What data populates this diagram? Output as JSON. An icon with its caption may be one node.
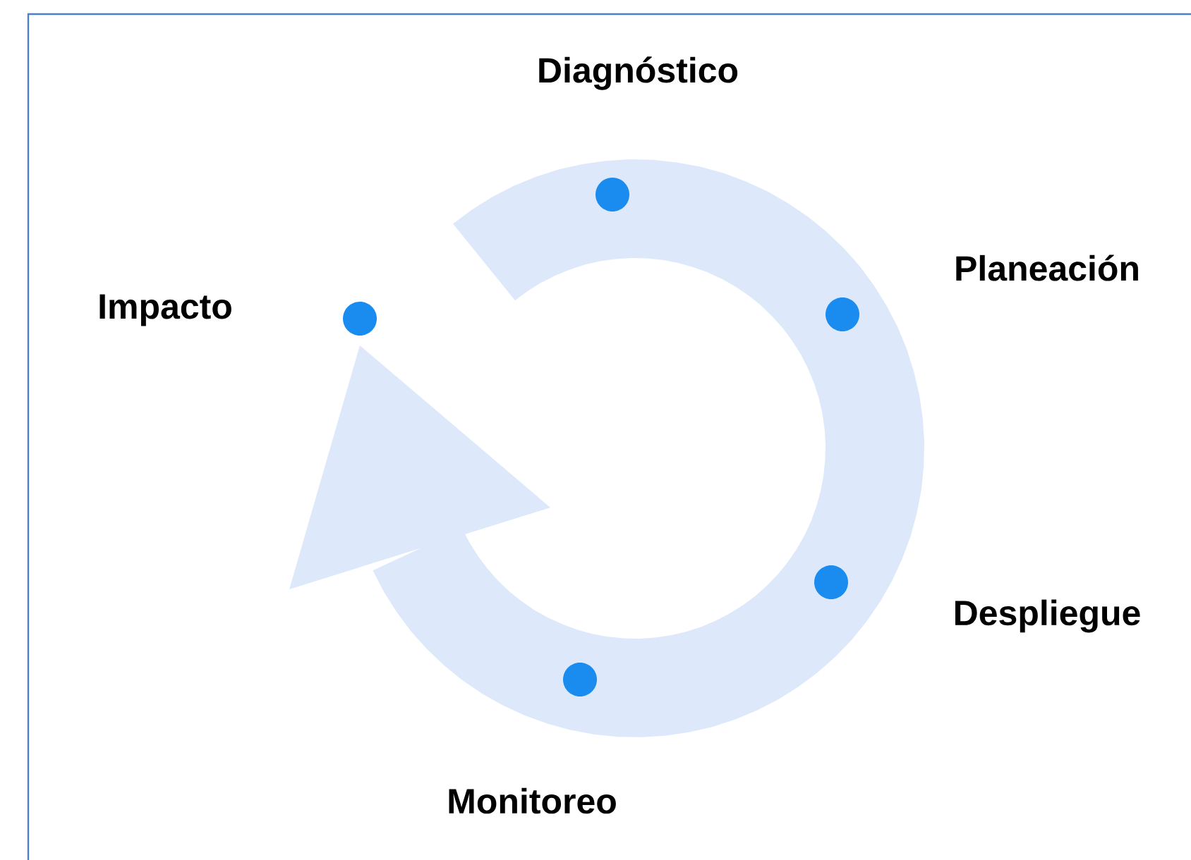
{
  "diagram": {
    "nodes": [
      {
        "text": [
          "Diagnóstico"
        ]
      },
      {
        "text": [
          "Planeación"
        ]
      },
      {
        "text": [
          "Impacto"
        ]
      },
      {
        "text": [
          "Despliegue"
        ]
      },
      {
        "text": [
          "Monitoreo"
        ]
      }
    ]
  }
}
